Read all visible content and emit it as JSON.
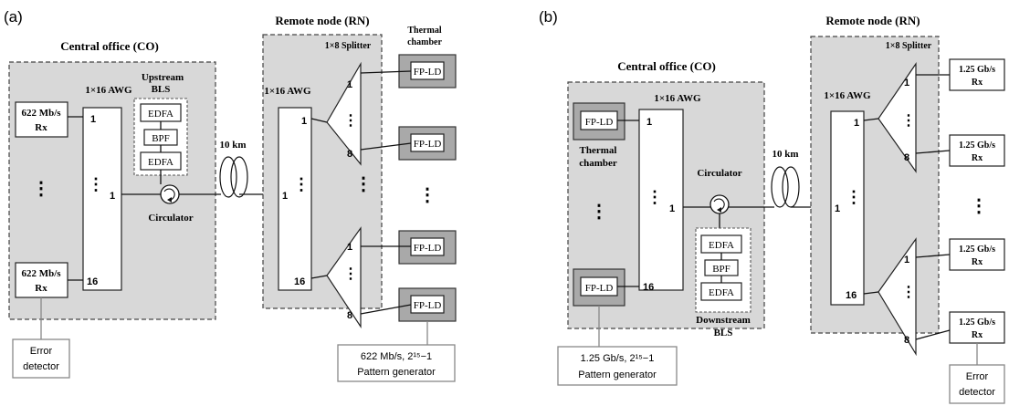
{
  "panel_a": {
    "label": "(a)",
    "co_title": "Central office (CO)",
    "rn_title": "Remote node (RN)",
    "co_awg": "1×16 AWG",
    "rn_awg": "1×16 AWG",
    "splitter": "1×8 Splitter",
    "thermal": [
      "Thermal",
      "chamber"
    ],
    "upstream_bls": [
      "Upstream",
      "BLS"
    ],
    "edfa1": "EDFA",
    "bpf": "BPF",
    "edfa2": "EDFA",
    "rx_top": [
      "622 Mb/s",
      "Rx"
    ],
    "rx_bottom": [
      "622 Mb/s",
      "Rx"
    ],
    "circulator": "Circulator",
    "fiber": "10 km",
    "awg_port_1": "1",
    "awg_port_16": "16",
    "awg_common": "1",
    "rn_awg_common": "1",
    "rn_port_1": "1",
    "rn_port_16": "16",
    "split_1": "1",
    "split_8": "8",
    "fpld": "FP-LD",
    "error_detector": [
      "Error",
      "detector"
    ],
    "pattern_gen": [
      "622 Mb/s, 2¹⁵−1",
      "Pattern generator"
    ]
  },
  "panel_b": {
    "label": "(b)",
    "co_title": "Central office (CO)",
    "rn_title": "Remote node (RN)",
    "co_awg": "1×16 AWG",
    "rn_awg": "1×16 AWG",
    "splitter": "1×8 Splitter",
    "thermal": [
      "Thermal",
      "chamber"
    ],
    "downstream_bls": [
      "Downstream",
      "BLS"
    ],
    "edfa1": "EDFA",
    "bpf": "BPF",
    "edfa2": "EDFA",
    "fpld": "FP-LD",
    "circulator": "Circulator",
    "fiber": "10 km",
    "awg_port_1": "1",
    "awg_port_16": "16",
    "awg_common": "1",
    "rn_awg_common": "1",
    "rn_port_1": "1",
    "rn_port_16": "16",
    "split_1": "1",
    "split_8": "8",
    "rx": [
      "1.25 Gb/s",
      "Rx"
    ],
    "pattern_gen": [
      "1.25 Gb/s, 2¹⁵−1",
      "Pattern generator"
    ],
    "error_detector": [
      "Error",
      "detector"
    ]
  },
  "colors": {
    "shaded_region": "#d8d8d8",
    "thermal_box": "#a9a9a9",
    "line": "#111111"
  }
}
